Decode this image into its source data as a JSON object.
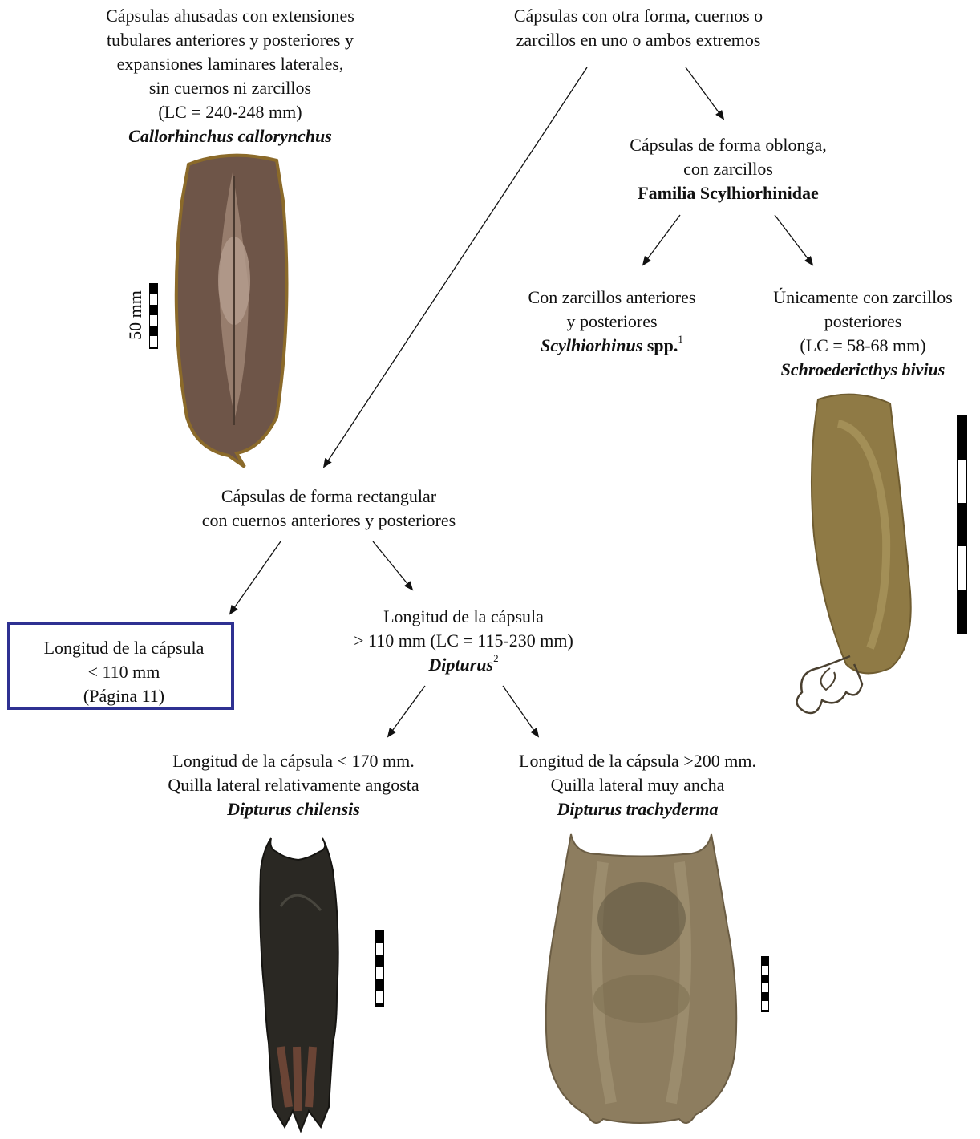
{
  "nodes": {
    "callorhinchus": {
      "lines": [
        "Cápsulas ahusadas con extensiones",
        "tubulares anteriores y posteriores y",
        "expansiones laminares laterales,",
        "sin cuernos ni zarcillos",
        "(LC = 240-248 mm)"
      ],
      "species": "Callorhinchus callorynchus",
      "scale_label": "50 mm"
    },
    "other_shape": {
      "lines": [
        "Cápsulas con otra forma, cuernos o",
        "zarcillos en uno o ambos extremos"
      ]
    },
    "oblong": {
      "lines": [
        "Cápsulas de forma oblonga,",
        "con zarcillos"
      ],
      "family": "Familia Scylhiorhinidae"
    },
    "scylhiorhinus": {
      "lines": [
        "Con zarcillos anteriores",
        "y posteriores"
      ],
      "species": "Scylhiorhinus",
      "suffix": "spp.",
      "note": "1"
    },
    "schroederichthys": {
      "lines": [
        "Únicamente con zarcillos",
        "posteriores",
        "(LC = 58-68 mm)"
      ],
      "species": "Schroedericthys bivius"
    },
    "rectangular": {
      "lines": [
        "Cápsulas de forma rectangular",
        "con cuernos anteriores y posteriores"
      ]
    },
    "short": {
      "lines": [
        "Longitud de la cápsula",
        "< 110 mm",
        "(Página 11)"
      ]
    },
    "long": {
      "lines": [
        "Longitud de la cápsula",
        "> 110 mm (LC = 115-230 mm)"
      ],
      "genus": "Dipturus",
      "note": "2"
    },
    "chilensis": {
      "lines": [
        "Longitud de la cápsula < 170 mm.",
        "Quilla lateral relativamente angosta"
      ],
      "species": "Dipturus chilensis"
    },
    "trachyderma": {
      "lines": [
        "Longitud de la cápsula >200 mm.",
        "Quilla lateral muy ancha"
      ],
      "species": "Dipturus trachyderma"
    }
  },
  "colors": {
    "box_border": "#2e3192",
    "capsule_callorhinchus": "#6e5548",
    "capsule_schroedericthys": "#8f7a45",
    "capsule_chilensis": "#2a2823",
    "capsule_trachyderma": "#8d7d5f"
  }
}
